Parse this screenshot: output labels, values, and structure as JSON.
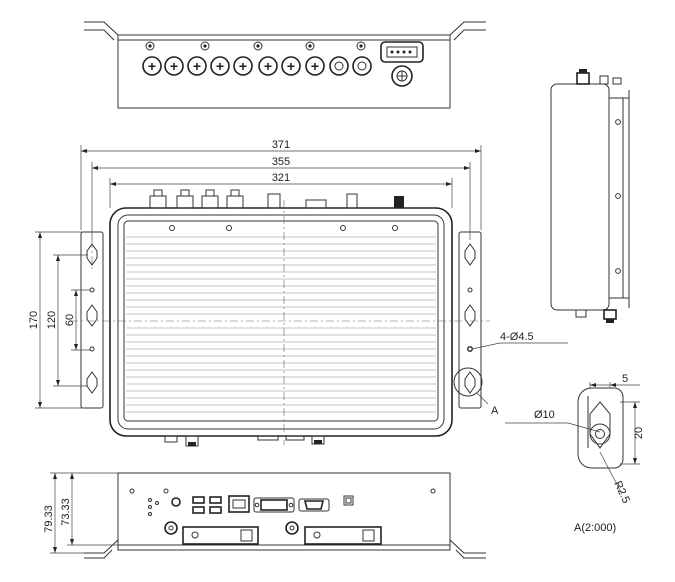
{
  "dimensions": {
    "overall_width": "371",
    "mount_span": "355",
    "body_width": "321",
    "overall_height": "170",
    "slot_span": "120",
    "slot_pitch": "60",
    "mount_holes": "4-Ø4.5",
    "height_total": "79.33",
    "height_body": "73.33"
  },
  "detail": {
    "callout_letter": "A",
    "scale_caption": "A(2:000)",
    "width": "5",
    "slot_length": "20",
    "diameter": "Ø10",
    "radius": "R2.5"
  }
}
